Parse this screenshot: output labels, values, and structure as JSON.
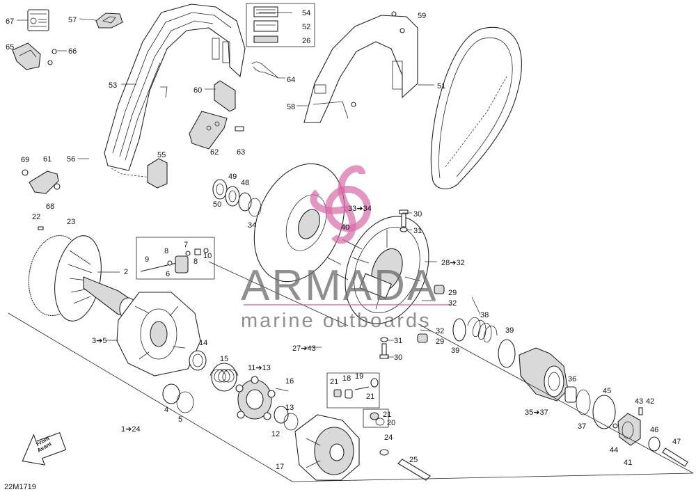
{
  "diagram": {
    "code": "22M1719",
    "direction": {
      "line1": "Front",
      "line2": "Avant"
    },
    "watermark": {
      "brand": "ARMADA",
      "tagline": "marine outboards"
    },
    "callouts": [
      {
        "id": "c67",
        "text": "67"
      },
      {
        "id": "c57",
        "text": "57"
      },
      {
        "id": "c54",
        "text": "54"
      },
      {
        "id": "c52",
        "text": "52"
      },
      {
        "id": "c26",
        "text": "26"
      },
      {
        "id": "c59",
        "text": "59"
      },
      {
        "id": "c65",
        "text": "65"
      },
      {
        "id": "c66",
        "text": "66"
      },
      {
        "id": "c64",
        "text": "64"
      },
      {
        "id": "c51",
        "text": "51"
      },
      {
        "id": "c53",
        "text": "53"
      },
      {
        "id": "c60",
        "text": "60"
      },
      {
        "id": "c58",
        "text": "58"
      },
      {
        "id": "c62",
        "text": "62"
      },
      {
        "id": "c63",
        "text": "63"
      },
      {
        "id": "c69",
        "text": "69"
      },
      {
        "id": "c61",
        "text": "61"
      },
      {
        "id": "c56",
        "text": "56"
      },
      {
        "id": "c55",
        "text": "55"
      },
      {
        "id": "c68",
        "text": "68"
      },
      {
        "id": "c49",
        "text": "49"
      },
      {
        "id": "c48",
        "text": "48"
      },
      {
        "id": "c50",
        "text": "50"
      },
      {
        "id": "c33",
        "text": "33➔34"
      },
      {
        "id": "c34",
        "text": "34"
      },
      {
        "id": "c30a",
        "text": "30"
      },
      {
        "id": "c31a",
        "text": "31"
      },
      {
        "id": "c40",
        "text": "40"
      },
      {
        "id": "c22",
        "text": "22"
      },
      {
        "id": "c23",
        "text": "23"
      },
      {
        "id": "c9",
        "text": "9"
      },
      {
        "id": "c8a",
        "text": "8"
      },
      {
        "id": "c7",
        "text": "7"
      },
      {
        "id": "c8b",
        "text": "8"
      },
      {
        "id": "c10",
        "text": "10"
      },
      {
        "id": "c6",
        "text": "6"
      },
      {
        "id": "c2",
        "text": "2"
      },
      {
        "id": "c28",
        "text": "28➔32"
      },
      {
        "id": "c29a",
        "text": "29"
      },
      {
        "id": "c32a",
        "text": "32"
      },
      {
        "id": "c32b",
        "text": "32"
      },
      {
        "id": "c29b",
        "text": "29"
      },
      {
        "id": "c31b",
        "text": "31"
      },
      {
        "id": "c30b",
        "text": "30"
      },
      {
        "id": "c3",
        "text": "3➔5"
      },
      {
        "id": "c14",
        "text": "14"
      },
      {
        "id": "c27",
        "text": "27➔43"
      },
      {
        "id": "c38",
        "text": "38"
      },
      {
        "id": "c39a",
        "text": "39"
      },
      {
        "id": "c39b",
        "text": "39"
      },
      {
        "id": "c15",
        "text": "15"
      },
      {
        "id": "c11",
        "text": "11➔13"
      },
      {
        "id": "c16",
        "text": "16"
      },
      {
        "id": "c21a",
        "text": "21"
      },
      {
        "id": "c18",
        "text": "18"
      },
      {
        "id": "c19",
        "text": "19"
      },
      {
        "id": "c21b",
        "text": "21"
      },
      {
        "id": "c36",
        "text": "36"
      },
      {
        "id": "c45",
        "text": "45"
      },
      {
        "id": "c4",
        "text": "4"
      },
      {
        "id": "c5",
        "text": "5"
      },
      {
        "id": "c13",
        "text": "13"
      },
      {
        "id": "c35",
        "text": "35➔37"
      },
      {
        "id": "c43",
        "text": "43"
      },
      {
        "id": "c42",
        "text": "42"
      },
      {
        "id": "c21c",
        "text": "21"
      },
      {
        "id": "c20",
        "text": "20"
      },
      {
        "id": "c37",
        "text": "37"
      },
      {
        "id": "c1",
        "text": "1➔24"
      },
      {
        "id": "c12",
        "text": "12"
      },
      {
        "id": "c24",
        "text": "24"
      },
      {
        "id": "c46",
        "text": "46"
      },
      {
        "id": "c47",
        "text": "47"
      },
      {
        "id": "c44",
        "text": "44"
      },
      {
        "id": "c25",
        "text": "25"
      },
      {
        "id": "c41",
        "text": "41"
      },
      {
        "id": "c17",
        "text": "17"
      }
    ]
  }
}
